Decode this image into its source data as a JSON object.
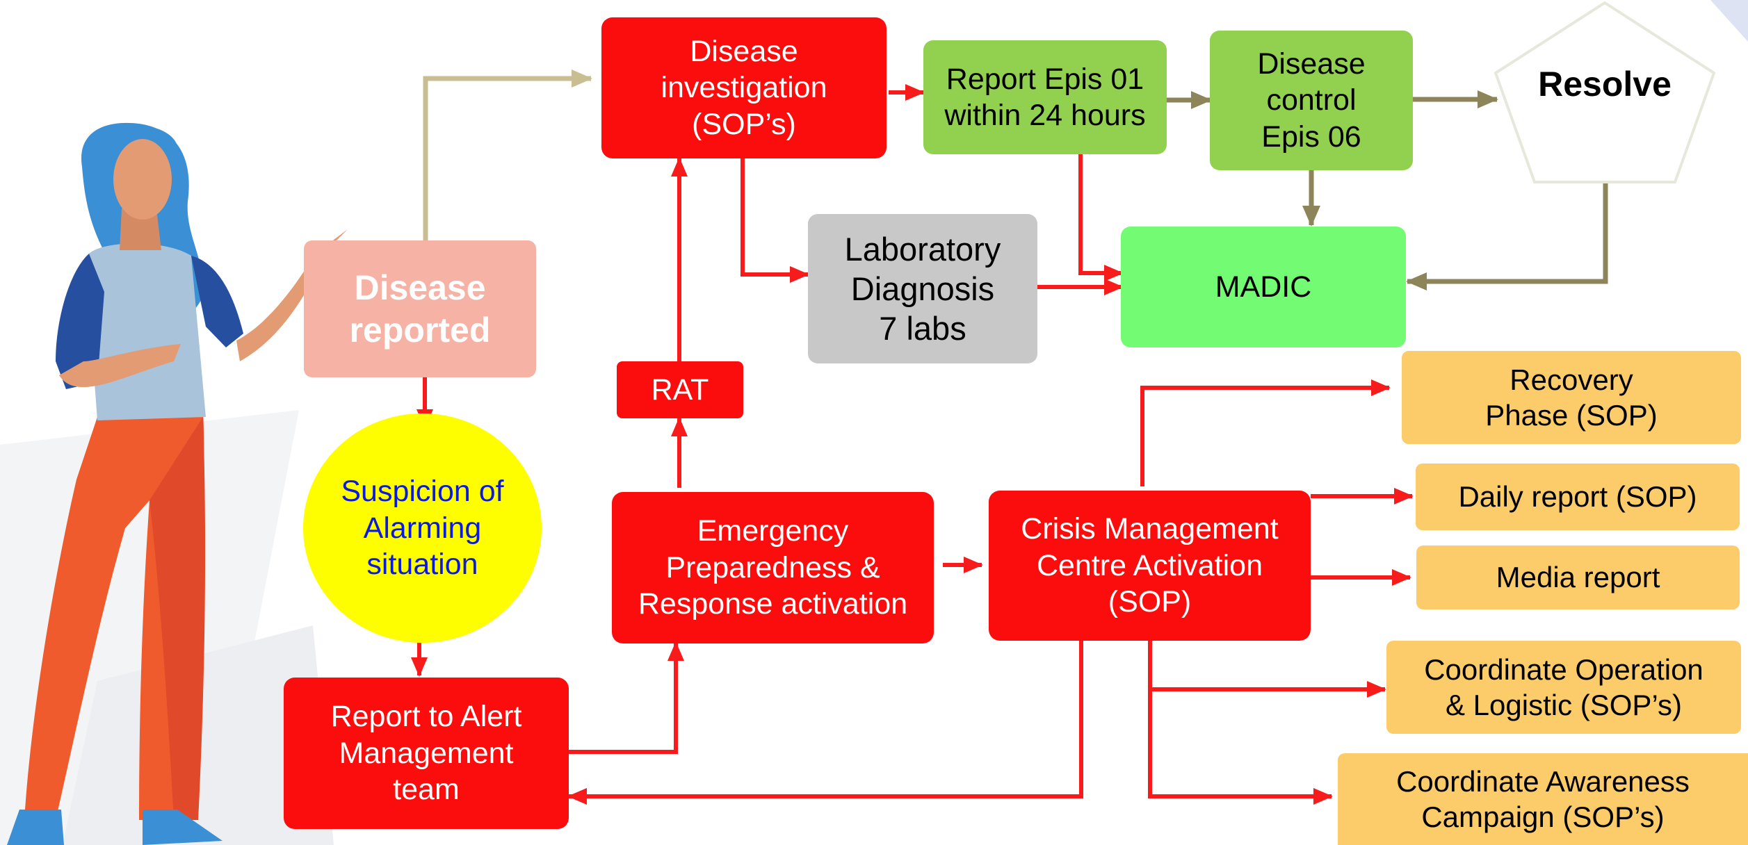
{
  "diagram": {
    "nodes": {
      "disease_investigation": "Disease\ninvestigation\n(SOP’s)",
      "report_epis01": "Report Epis 01\nwithin 24 hours",
      "disease_control": "Disease\ncontrol\nEpis 06",
      "resolve": "Resolve",
      "lab_diagnosis": "Laboratory\nDiagnosis\n7 labs",
      "madic": "MADIC",
      "disease_reported": "Disease\nreported",
      "rat": "RAT",
      "suspicion": "Suspicion of\nAlarming\nsituation",
      "emergency": "Emergency\nPreparedness &\nResponse activation",
      "crisis": "Crisis Management\nCentre Activation\n(SOP)",
      "recovery": "Recovery\nPhase (SOP)",
      "daily_report": "Daily report (SOP)",
      "media_report": "Media report",
      "coordinate_operation": "Coordinate Operation\n& Logistic (SOP’s)",
      "report_alert": "Report to Alert\nManagement\nteam",
      "coordinate_awareness": "Coordinate Awareness\nCampaign (SOP’s)"
    },
    "colors": {
      "red_box": "#fb0d0d",
      "green_box": "#92d050",
      "madic_box": "#73fb73",
      "lab_box": "#c8c8c8",
      "orange_box": "#fccb6a",
      "reported_box": "#f5b2a5",
      "suspicion_circle": "#fffe00",
      "red_arrow": "#f81b1b",
      "olive_arrow": "#8e8459",
      "tan_arrow": "#c9bd92"
    }
  }
}
